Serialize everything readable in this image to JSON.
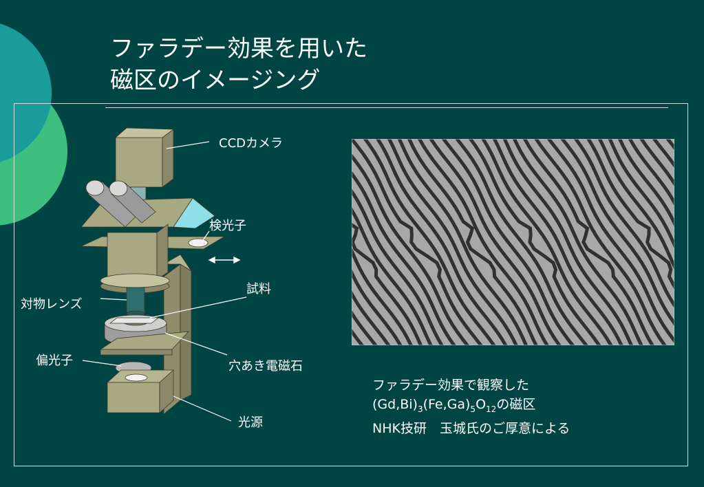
{
  "slide": {
    "title_line1": "ファラデー効果を用いた",
    "title_line2": "磁区のイメージング"
  },
  "diagram": {
    "labels": {
      "ccd_camera": "CCDカメラ",
      "analyzer": "検光子",
      "sample": "試料",
      "objective_lens": "対物レンズ",
      "polarizer": "偏光子",
      "holed_electromagnet": "穴あき電磁石",
      "light_source": "光源"
    }
  },
  "caption": {
    "line1": "ファラデー効果で観察した",
    "formula": {
      "p1": "(Gd,Bi)",
      "s1": "3",
      "p2": "(Fe,Ga)",
      "s2": "5",
      "p3": "O",
      "s3": "12",
      "p4": "の磁区"
    },
    "line3": "NHK技研　玉城氏のご厚意による"
  },
  "colors": {
    "background": "#004444",
    "deco_teal": "#1a9c9a",
    "deco_green": "#3fbf7f",
    "microscope_body": "#a8a882",
    "microscope_dark": "#7d7d5e",
    "lens_cyan": "#8ee0e6"
  }
}
